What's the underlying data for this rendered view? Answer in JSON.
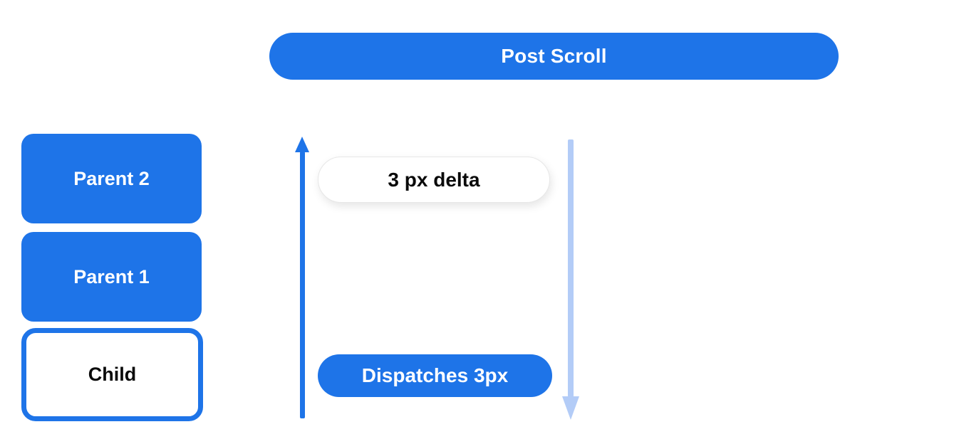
{
  "colors": {
    "primary-blue": "#1e74e8",
    "light-blue": "#b3ccf7",
    "pill-border": "#e7e7e7",
    "text-dark": "#0a0a0a"
  },
  "header": {
    "title": "Post Scroll"
  },
  "hierarchy": {
    "items": [
      {
        "label": "Parent 2",
        "variant": "parent"
      },
      {
        "label": "Parent 1",
        "variant": "parent"
      },
      {
        "label": "Child",
        "variant": "child"
      }
    ]
  },
  "flow": {
    "delta_label": "3 px delta",
    "dispatch_label": "Dispatches 3px",
    "up_arrow": "upward scroll propagation (solid blue)",
    "down_arrow": "downward dispatch (light blue)"
  }
}
